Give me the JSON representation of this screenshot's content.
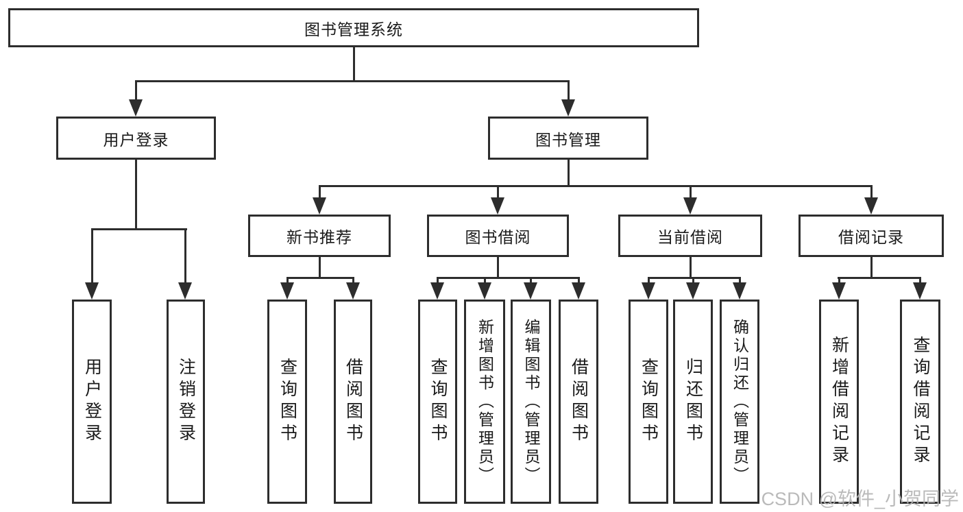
{
  "diagram": {
    "root_label": "图书管理系统",
    "user": {
      "label": "用户登录",
      "children": [
        "用户登录",
        "注销登录"
      ]
    },
    "book": {
      "label": "图书管理",
      "sections": [
        {
          "label": "新书推荐",
          "children": [
            "查询图书",
            "借阅图书"
          ]
        },
        {
          "label": "图书借阅",
          "children": [
            "查询图书",
            "新增图书（管理员）",
            "编辑图书（管理员）",
            "借阅图书"
          ]
        },
        {
          "label": "当前借阅",
          "children": [
            "查询图书",
            "归还图书",
            "确认归还（管理员）"
          ]
        },
        {
          "label": "借阅记录",
          "children": [
            "新增借阅记录",
            "查询借阅记录"
          ]
        }
      ]
    },
    "watermark": "CSDN @软件_小贺同学",
    "colors": {
      "line": "#2d2d2d",
      "text": "#1a1a1a",
      "watermark": "#b3b3b3",
      "background": "#ffffff"
    }
  }
}
